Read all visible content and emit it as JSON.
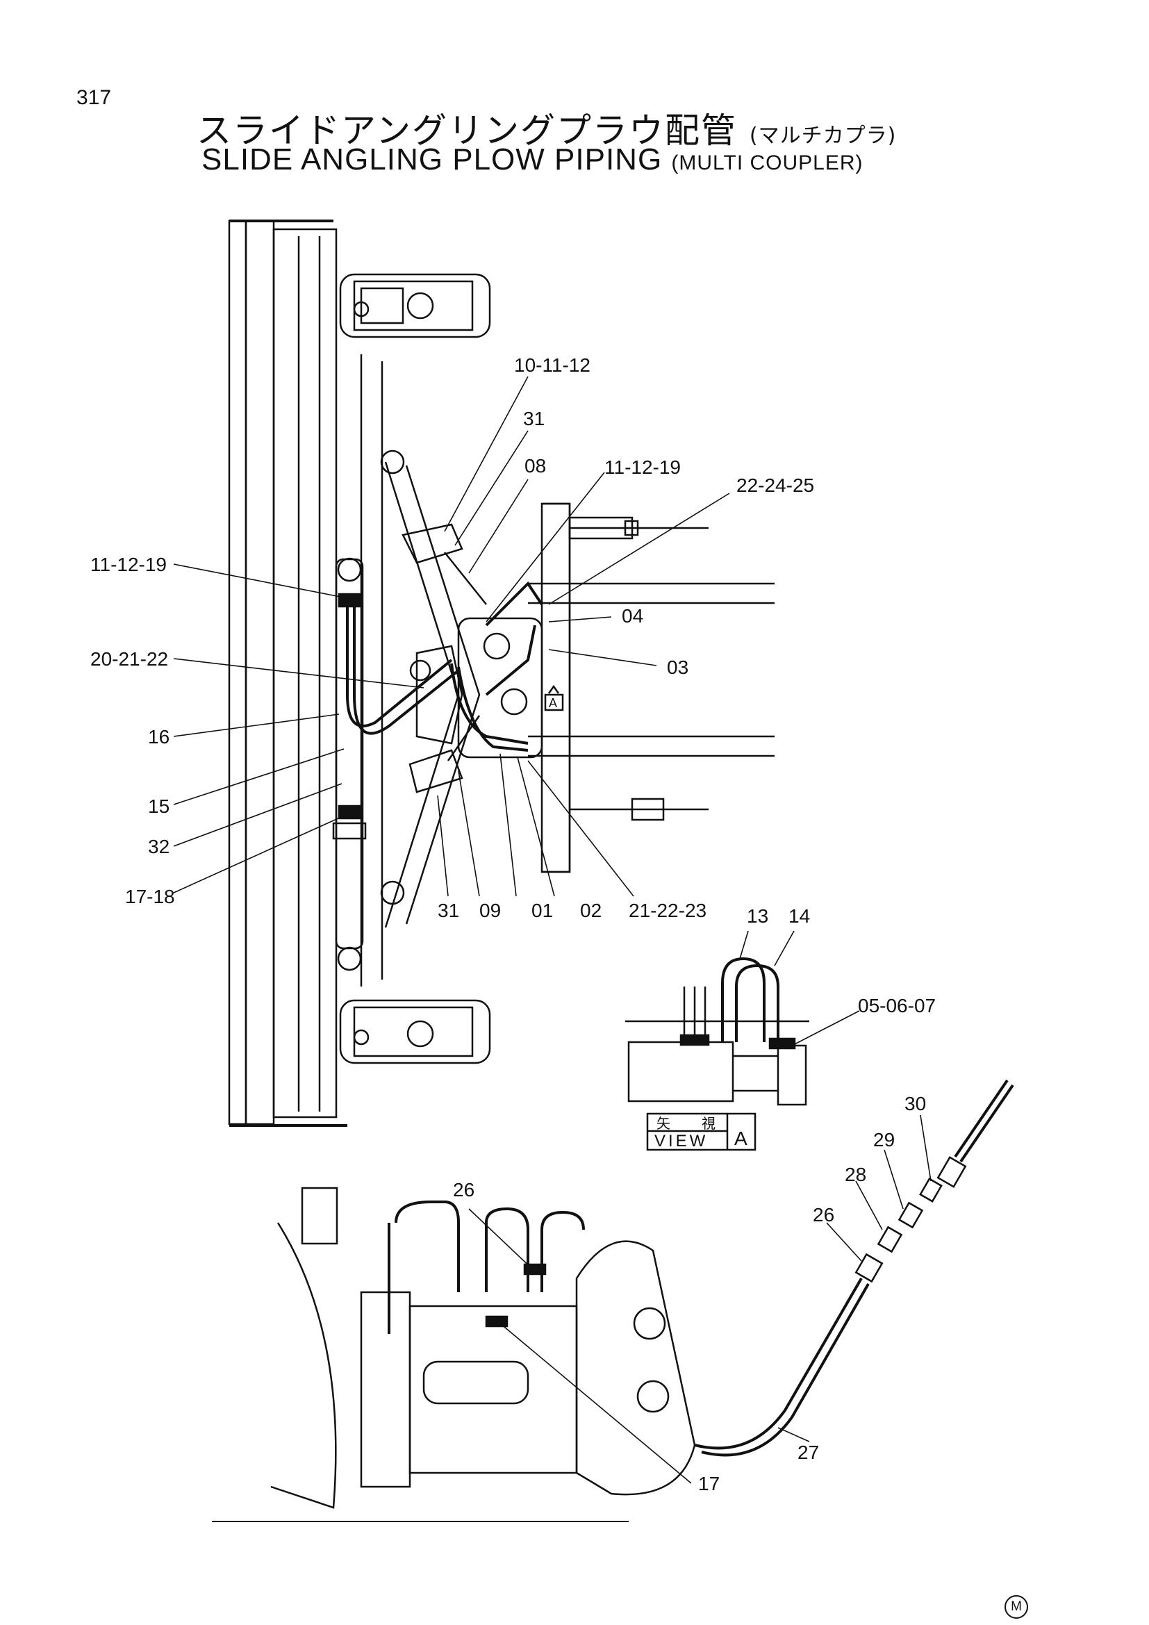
{
  "page_number": "317",
  "title": {
    "japanese": "スライドアングリングプラウ配管",
    "japanese_sub": "(マルチカプラ)",
    "english": "SLIDE ANGLING PLOW PIPING",
    "english_sub": "(MULTI COUPLER)"
  },
  "callouts": [
    {
      "id": "c1",
      "text": "10-11-12"
    },
    {
      "id": "c2",
      "text": "31"
    },
    {
      "id": "c3",
      "text": "08"
    },
    {
      "id": "c4",
      "text": "11-12-19"
    },
    {
      "id": "c5",
      "text": "22-24-25"
    },
    {
      "id": "c6",
      "text": "11-12-19"
    },
    {
      "id": "c7",
      "text": "04"
    },
    {
      "id": "c8",
      "text": "20-21-22"
    },
    {
      "id": "c9",
      "text": "03"
    },
    {
      "id": "c10",
      "text": "16"
    },
    {
      "id": "c11",
      "text": "15"
    },
    {
      "id": "c12",
      "text": "32"
    },
    {
      "id": "c13",
      "text": "17-18"
    },
    {
      "id": "c14",
      "text": "31"
    },
    {
      "id": "c15",
      "text": "09"
    },
    {
      "id": "c16",
      "text": "01"
    },
    {
      "id": "c17",
      "text": "02"
    },
    {
      "id": "c18",
      "text": "21-22-23"
    },
    {
      "id": "c19",
      "text": "13"
    },
    {
      "id": "c20",
      "text": "14"
    },
    {
      "id": "c21",
      "text": "05-06-07"
    },
    {
      "id": "c22",
      "text": "30"
    },
    {
      "id": "c23",
      "text": "29"
    },
    {
      "id": "c24",
      "text": "28"
    },
    {
      "id": "c25",
      "text": "26"
    },
    {
      "id": "c26",
      "text": "26"
    },
    {
      "id": "c27",
      "text": "27"
    },
    {
      "id": "c28",
      "text": "17"
    }
  ],
  "view_a": {
    "kanji_1": "矢",
    "kanji_2": "視",
    "label": "VIEW",
    "letter": "A"
  },
  "arrow_marker": "A",
  "mark": "M"
}
